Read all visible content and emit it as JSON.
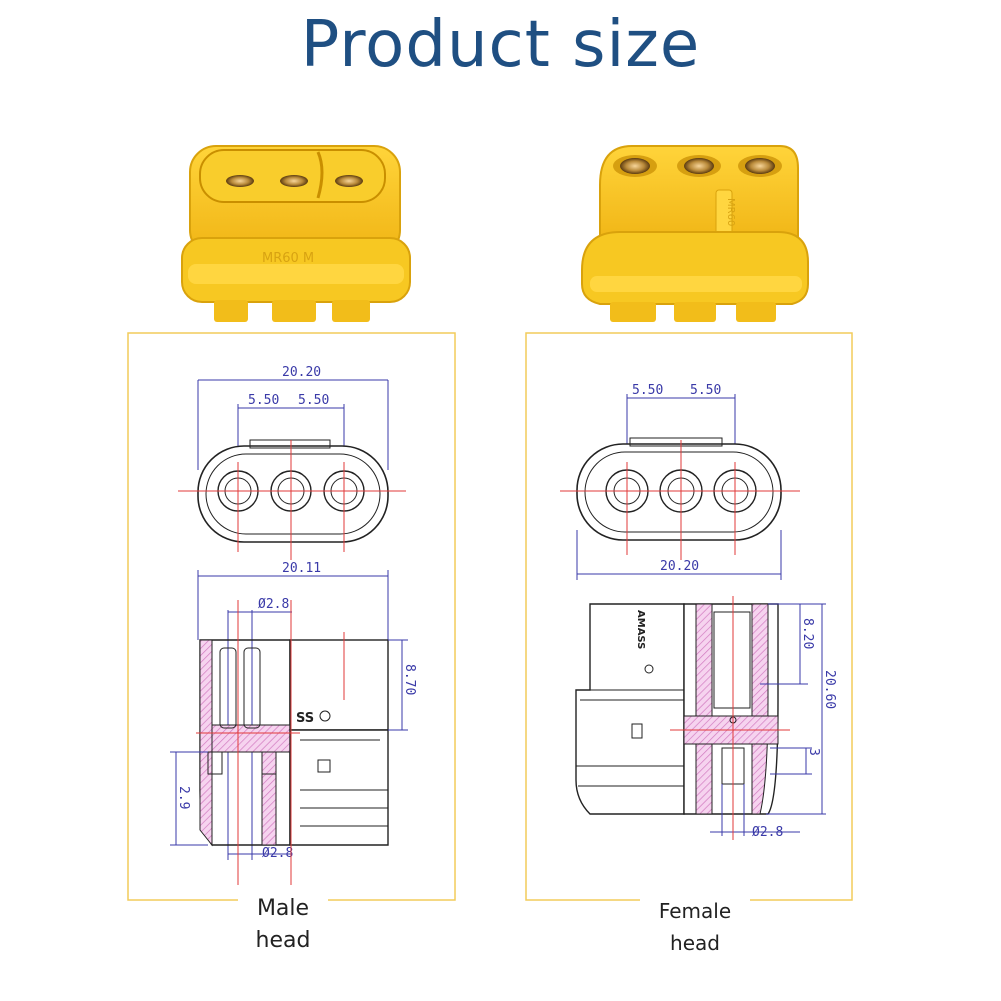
{
  "title": "Product size",
  "colors": {
    "title": "#1f4f82",
    "connector_body": "#f4c21e",
    "connector_shadow": "#d9a20c",
    "panel_border": "#f2cc5a",
    "dimension_line": "#3a3aa8",
    "center_line": "#e23a3a",
    "hatch": "#e6a4d8"
  },
  "male": {
    "caption_line1": "Male",
    "caption_line2": "head",
    "body_mark": "MR60 M",
    "top_width": "20.20",
    "pin_pitch_left": "5.50",
    "pin_pitch_right": "5.50",
    "side_width": "20.11",
    "pin_diameter_top": "Ø2.8",
    "pin_diameter_bottom": "Ø2.8",
    "pin_height": "8.70",
    "bottom_height": "2.9",
    "logo": "SS"
  },
  "female": {
    "caption_line1": "Female",
    "caption_line2": "head",
    "body_mark": "MR60",
    "pin_pitch_left": "5.50",
    "pin_pitch_right": "5.50",
    "bottom_width": "20.20",
    "socket_height": "8.20",
    "total_height": "20.60",
    "tab_height": "3",
    "pin_diameter": "Ø2.8",
    "logo": "AMASS"
  }
}
